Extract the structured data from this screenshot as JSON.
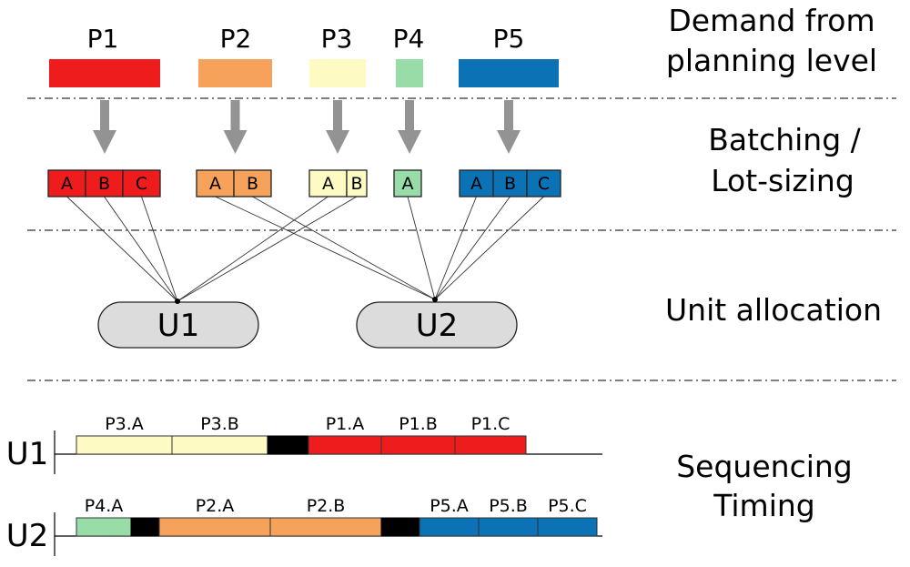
{
  "colors": {
    "P1": "#ee1c1c",
    "P2": "#f7a25a",
    "P3": "#fdfbc3",
    "P4": "#98dca7",
    "P5": "#0a72b5",
    "idle": "#000000",
    "arrow": "#939393",
    "unit_fill": "#dcdcdc"
  },
  "levels": [
    {
      "name": "level-demand",
      "lines": [
        "Demand from",
        "planning level"
      ]
    },
    {
      "name": "level-batching",
      "lines": [
        "Batching /",
        "Lot-sizing"
      ]
    },
    {
      "name": "level-allocation",
      "lines": [
        "Unit allocation"
      ]
    },
    {
      "name": "level-sequencing",
      "lines": [
        "Sequencing",
        "Timing"
      ]
    }
  ],
  "products": [
    {
      "label": "P1",
      "color": "P1",
      "batches": [
        "A",
        "B",
        "C"
      ],
      "unit": "U1"
    },
    {
      "label": "P2",
      "color": "P2",
      "batches": [
        "A",
        "B"
      ],
      "unit": "U2"
    },
    {
      "label": "P3",
      "color": "P3",
      "batches": [
        "A",
        "B"
      ],
      "unit": "U1"
    },
    {
      "label": "P4",
      "color": "P4",
      "batches": [
        "A"
      ],
      "unit": "U2"
    },
    {
      "label": "P5",
      "color": "P5",
      "batches": [
        "A",
        "B",
        "C"
      ],
      "unit": "U2"
    }
  ],
  "units": [
    "U1",
    "U2"
  ],
  "schedules": [
    {
      "unit": "U1",
      "segments": [
        {
          "label": "P3.A",
          "color": "P3"
        },
        {
          "label": "P3.B",
          "color": "P3"
        },
        {
          "label": "",
          "color": "idle"
        },
        {
          "label": "P1.A",
          "color": "P1"
        },
        {
          "label": "P1.B",
          "color": "P1"
        },
        {
          "label": "P1.C",
          "color": "P1"
        }
      ]
    },
    {
      "unit": "U2",
      "segments": [
        {
          "label": "P4.A",
          "color": "P4"
        },
        {
          "label": "",
          "color": "idle"
        },
        {
          "label": "P2.A",
          "color": "P2"
        },
        {
          "label": "P2.B",
          "color": "P2"
        },
        {
          "label": "",
          "color": "idle"
        },
        {
          "label": "P5.A",
          "color": "P5"
        },
        {
          "label": "P5.B",
          "color": "P5"
        },
        {
          "label": "P5.C",
          "color": "P5"
        }
      ]
    }
  ]
}
